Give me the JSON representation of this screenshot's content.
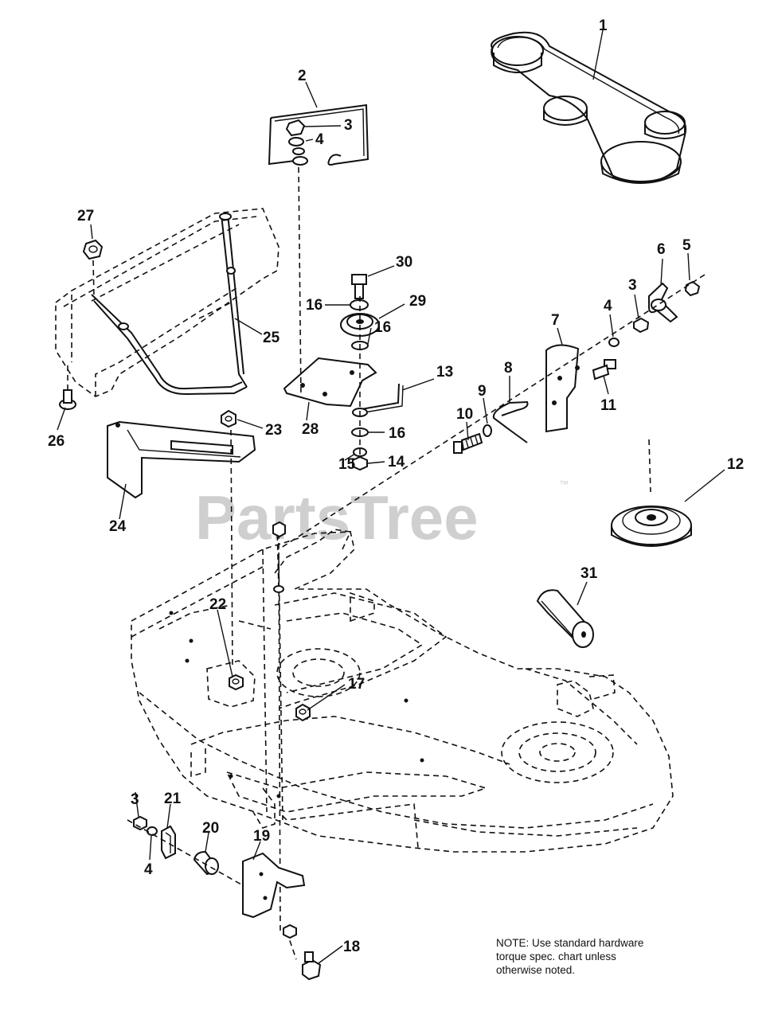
{
  "watermark": {
    "brand": "PartsTree",
    "trademark": "™"
  },
  "note": {
    "lines": [
      "NOTE: Use standard hardware",
      "torque spec. chart unless",
      "otherwise noted."
    ]
  },
  "callouts": {
    "c1": "1",
    "c2": "2",
    "c3a": "3",
    "c4a": "4",
    "c27": "27",
    "c30": "30",
    "c16a": "16",
    "c29": "29",
    "c16b": "16",
    "c25": "25",
    "c6": "6",
    "c5": "5",
    "c3b": "3",
    "c4b": "4",
    "c7": "7",
    "c13": "13",
    "c8": "8",
    "c9": "9",
    "c10": "10",
    "c11": "11",
    "c26": "26",
    "c23": "23",
    "c28": "28",
    "c16c": "16",
    "c15": "15",
    "c14": "14",
    "c12": "12",
    "c24": "24",
    "c31": "31",
    "c22": "22",
    "c17": "17",
    "c3c": "3",
    "c21": "21",
    "c20": "20",
    "c19": "19",
    "c4c": "4",
    "c18": "18"
  }
}
